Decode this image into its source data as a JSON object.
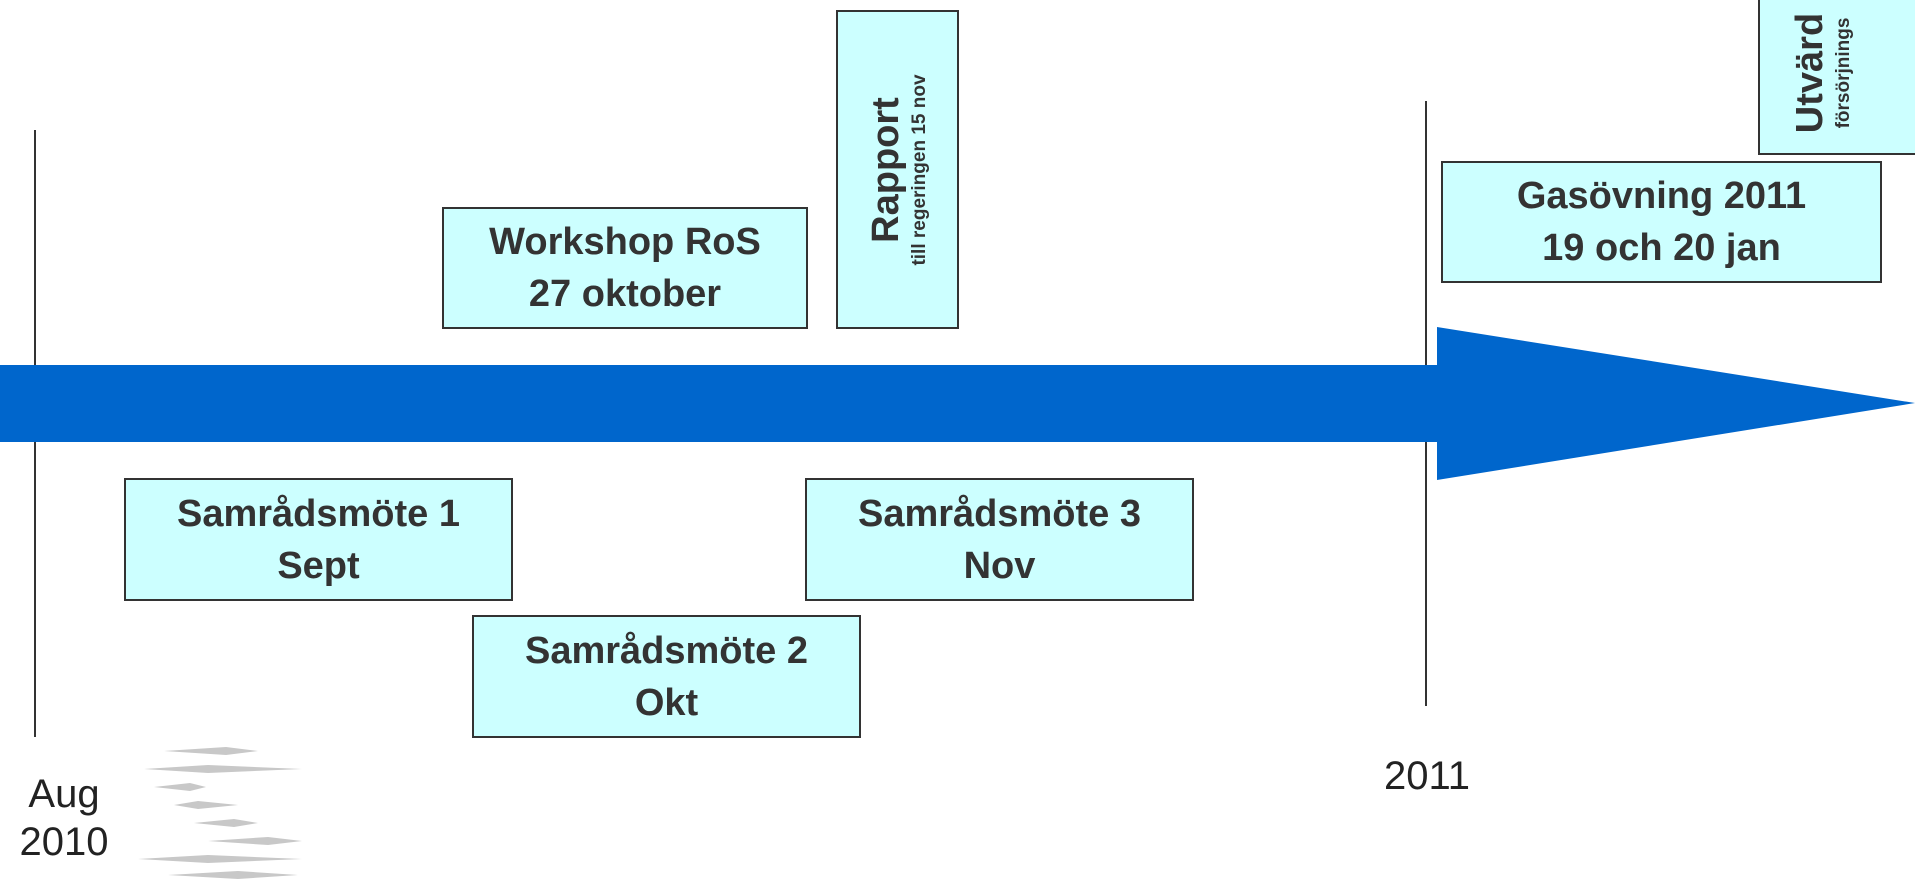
{
  "timeline": {
    "start_label": {
      "month": "Aug",
      "year": "2010"
    },
    "mid_label": "2011"
  },
  "events": {
    "workshop": {
      "line1": "Workshop RoS",
      "line2": "27 oktober"
    },
    "rapport": {
      "title": "Rapport",
      "subtitle": "till regeringen 15 nov"
    },
    "gasovning": {
      "line1": "Gasövning 2011",
      "line2": "19 och 20 jan"
    },
    "utvardering": {
      "title": "Utvärd",
      "subtitle": "försörjnings"
    },
    "samrad1": {
      "line1": "Samrådsmöte 1",
      "line2": "Sept"
    },
    "samrad2": {
      "line1": "Samrådsmöte 2",
      "line2": "Okt"
    },
    "samrad3": {
      "line1": "Samrådsmöte 3",
      "line2": "Nov"
    }
  },
  "colors": {
    "arrow": "#0066cc",
    "box_fill": "#ccffff",
    "box_border": "#333333",
    "logo": "#c8c8c8"
  }
}
